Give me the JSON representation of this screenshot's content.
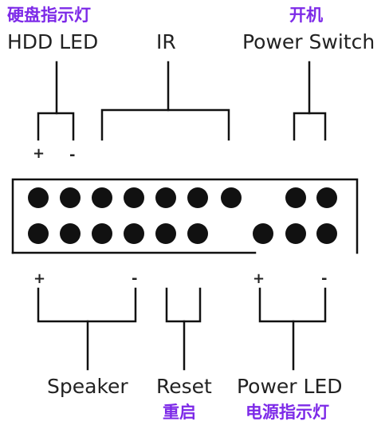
{
  "colors": {
    "ink": "#111111",
    "label": "#222222",
    "accent": "#7d2ae8"
  },
  "header": {
    "hdd_cn": "硬盘指示灯",
    "hdd_en": "HDD LED",
    "ir": "IR",
    "power_cn": "开机",
    "power_en": "Power Switch"
  },
  "footer": {
    "speaker": "Speaker",
    "reset": "Reset",
    "reset_cn": "重启",
    "powerled": "Power LED",
    "powerled_cn": "电源指示灯"
  },
  "signs": {
    "plus": "+",
    "minus": "-"
  },
  "pins": {
    "top_row": [
      1,
      1,
      1,
      1,
      1,
      1,
      1,
      0,
      1,
      1
    ],
    "bottom_row": [
      1,
      1,
      1,
      1,
      1,
      1,
      0,
      1,
      1,
      1
    ]
  }
}
